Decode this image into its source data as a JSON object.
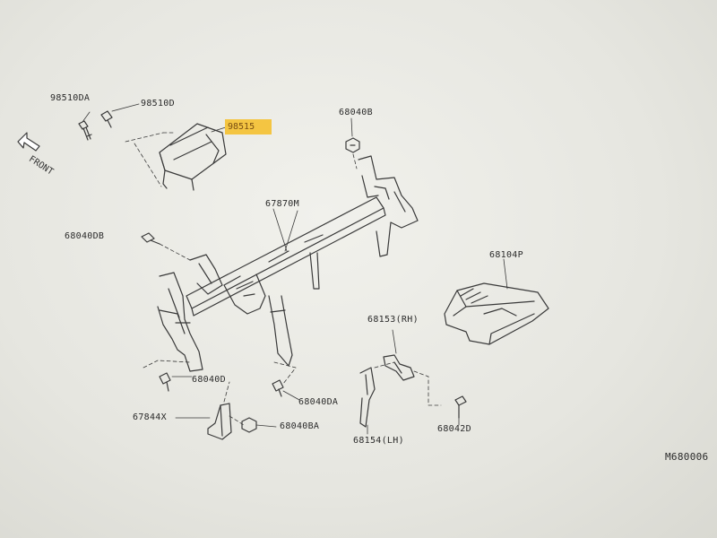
{
  "labels": {
    "p98510DA": "98510DA",
    "p98510D": "98510D",
    "p98515": "98515",
    "p68040B": "68040B",
    "p67870M": "67870M",
    "p68040DB": "68040DB",
    "p68104P": "68104P",
    "p68153": "68153(RH)",
    "p68040D": "68040D",
    "p68040DA": "68040DA",
    "p67844X": "67844X",
    "p68040BA": "68040BA",
    "p68154": "68154(LH)",
    "p68042D": "68042D",
    "front": "FRONT",
    "ref": "M680006"
  }
}
